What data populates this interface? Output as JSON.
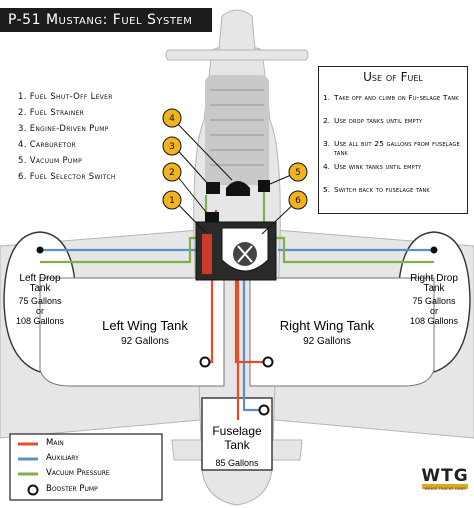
{
  "title": "P-51 Mustang: Fuel System",
  "components": [
    {
      "num": "1",
      "label": "1. Fuel Shut-Off Lever"
    },
    {
      "num": "2",
      "label": "2. Fuel Strainer"
    },
    {
      "num": "3",
      "label": "3. Engine-Driven Pump"
    },
    {
      "num": "4",
      "label": "4. Carburetor"
    },
    {
      "num": "5",
      "label": "5. Vacuum Pump"
    },
    {
      "num": "6",
      "label": "6. Fuel Selector Switch"
    }
  ],
  "use_of_fuel": {
    "heading": "Use of Fuel",
    "steps": [
      {
        "num": "1.",
        "text": "Take off and climb on Fu-selage Tank"
      },
      {
        "num": "2.",
        "text": "Use drop tanks until empty"
      },
      {
        "num": "3.",
        "text": "Use all but 25 gallons from fuselage tank"
      },
      {
        "num": "4.",
        "text": "Use wink tanks until empty"
      },
      {
        "num": "5.",
        "text": "Switch back to fuselage tank"
      }
    ]
  },
  "tanks": {
    "left_drop": {
      "name": "Left Drop Tank",
      "cap1": "75 Gallons",
      "or": "or",
      "cap2": "108 Gallons"
    },
    "right_drop": {
      "name": "Right Drop Tank",
      "cap1": "75 Gallons",
      "or": "or",
      "cap2": "108 Gallons"
    },
    "left_wing": {
      "name": "Left Wing Tank",
      "cap": "92 Gallons"
    },
    "right_wing": {
      "name": "Right Wing Tank",
      "cap": "92 Gallons"
    },
    "fuselage": {
      "name": "Fuselage Tank",
      "cap": "85 Gallons"
    }
  },
  "legend": [
    {
      "label": "Main",
      "color": "#e0502a"
    },
    {
      "label": "Auxiliary",
      "color": "#5a8fc8"
    },
    {
      "label": "Vacuum Pressure",
      "color": "#7fb04a"
    },
    {
      "label": "Booster Pump",
      "color": "#111111"
    }
  ],
  "colors": {
    "callout": "#f2b320",
    "plane": "#e6e6e6",
    "outline": "#aaaaaa"
  },
  "logo": {
    "text": "WTG",
    "sub": "WINGS TRACKS GUNS"
  }
}
